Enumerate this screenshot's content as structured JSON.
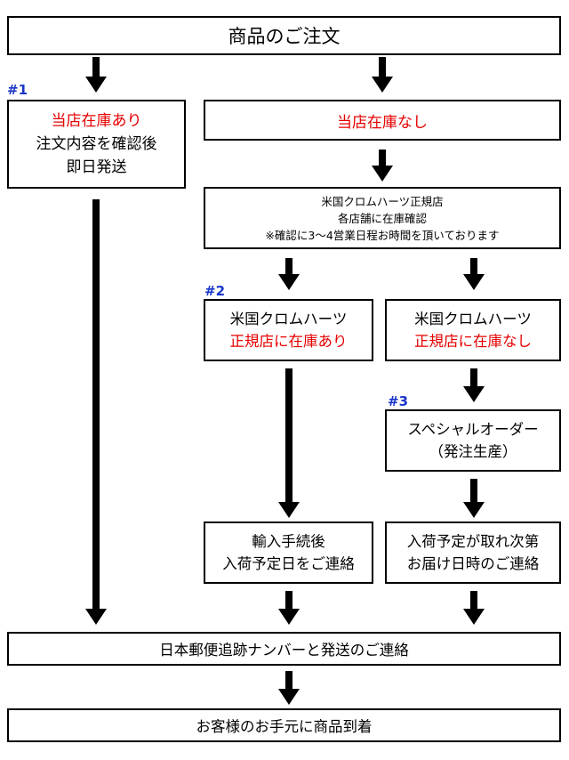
{
  "colors": {
    "accent_red": "#e60000",
    "tag_blue": "#1a36c9",
    "line": "#000000"
  },
  "diagram": {
    "order": "商品のご注文",
    "tag1": "#1",
    "tag2": "#2",
    "tag3": "#3",
    "instock": {
      "title": "当店在庫あり",
      "line1": "注文内容を確認後",
      "line2": "即日発送"
    },
    "nostock": {
      "title": "当店在庫なし"
    },
    "check": {
      "line1": "米国クロムハーツ正規店",
      "line2": "各店舗に在庫確認",
      "line3": "※確認に3～4営業日程お時間を頂いております"
    },
    "us_yes": {
      "line1": "米国クロムハーツ",
      "line2": "正規店に在庫あり"
    },
    "us_no": {
      "line1": "米国クロムハーツ",
      "line2": "正規店に在庫なし"
    },
    "special": {
      "line1": "スペシャルオーダー",
      "line2": "（発注生産）"
    },
    "import": {
      "line1": "輸入手続後",
      "line2": "入荷予定日をご連絡"
    },
    "arrival": {
      "line1": "入荷予定が取れ次第",
      "line2": "お届け日時のご連絡"
    },
    "ship": "日本郵便追跡ナンバーと発送のご連絡",
    "final": "お客様のお手元に商品到着"
  }
}
